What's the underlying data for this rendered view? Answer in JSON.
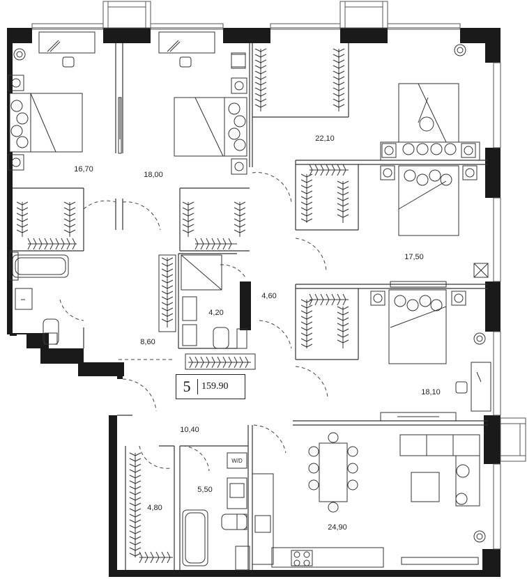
{
  "plan": {
    "badge_number": "5",
    "total_area": "159.90",
    "wd_label": "W/D",
    "rooms": [
      {
        "id": "bedroom-1",
        "area": "16,70"
      },
      {
        "id": "bedroom-2",
        "area": "18,00"
      },
      {
        "id": "dressing-room-1",
        "area": "22,10"
      },
      {
        "id": "bedroom-3",
        "area": "17,50"
      },
      {
        "id": "hall",
        "area": "8,60"
      },
      {
        "id": "bathroom-1",
        "area": "4,20"
      },
      {
        "id": "closet-1",
        "area": "4,60"
      },
      {
        "id": "bedroom-4",
        "area": "18,10"
      },
      {
        "id": "corridor",
        "area": "10,40"
      },
      {
        "id": "bathroom-2",
        "area": "5,50"
      },
      {
        "id": "dressing-room-2",
        "area": "4,80"
      },
      {
        "id": "living-kitchen",
        "area": "24,90"
      }
    ]
  },
  "colors": {
    "wall": "#1a1a1a",
    "line": "#333333",
    "window": "#555555",
    "background": "#ffffff"
  }
}
